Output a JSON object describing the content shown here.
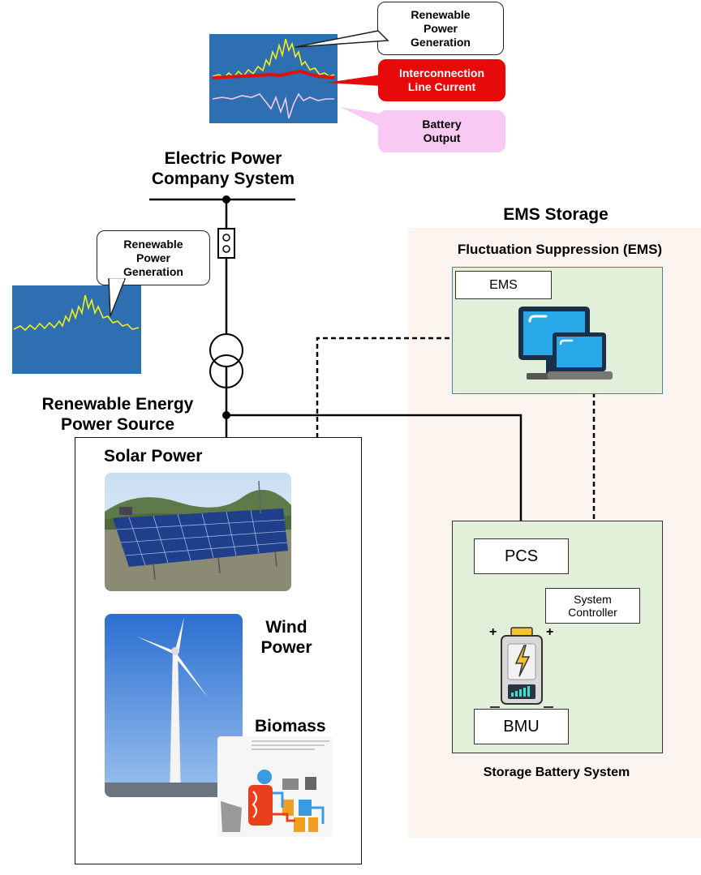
{
  "top_callouts": {
    "renewable": "Renewable\nPower\nGeneration",
    "interconnection": "Interconnection\nLine Current",
    "battery": "Battery\nOutput"
  },
  "left_callout": "Renewable\nPower\nGeneration",
  "grid_title": "Electric Power\nCompany System",
  "renewable_source_title": "Renewable Energy\nPower Source",
  "sources": {
    "solar": "Solar Power",
    "wind": "Wind\nPower",
    "biomass": "Biomass"
  },
  "ems_storage": {
    "title": "EMS Storage",
    "fluctuation": "Fluctuation Suppression (EMS)",
    "ems_label": "EMS",
    "pcs_label": "PCS",
    "controller_label": "System\nController",
    "bmu_label": "BMU",
    "battery_system_label": "Storage Battery System"
  },
  "colors": {
    "chart_bg": "#2d6fb0",
    "renewable_line": "#f2ee1a",
    "interconnection_line": "#e01010",
    "battery_line": "#f5c8ef",
    "interconnection_callout": "#e80a0a",
    "battery_callout": "#f8c9f3",
    "ems_panel": "#e2efd9",
    "storage_area": "#fcf5ef"
  }
}
